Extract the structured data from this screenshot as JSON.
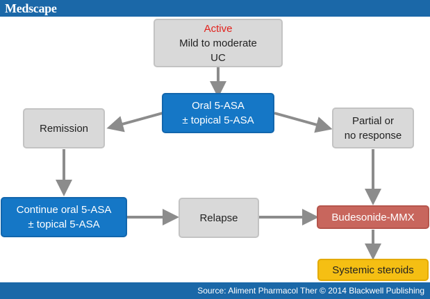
{
  "header": {
    "logo": "Medscape"
  },
  "footer": {
    "source": "Source: Aliment Pharmacol Ther © 2014 Blackwell Publishing"
  },
  "flowchart": {
    "start": {
      "line1": "Active",
      "line2": "Mild to moderate",
      "line3": "UC"
    },
    "oral": {
      "line1": "Oral 5-ASA",
      "line2": "± topical 5-ASA"
    },
    "remission": {
      "line1": "Remission"
    },
    "partial": {
      "line1": "Partial or",
      "line2": "no response"
    },
    "continue": {
      "line1": "Continue oral 5-ASA",
      "line2": "± topical 5-ASA"
    },
    "relapse": {
      "line1": "Relapse"
    },
    "budesonide": {
      "line1": "Budesonide-MMX"
    },
    "steroids": {
      "line1": "Systemic steroids"
    }
  },
  "colors": {
    "header": "#1b68a8",
    "gray_box": "#d9d9d9",
    "blue_box": "#1577c6",
    "red_box": "#c8665d",
    "yellow_box": "#f5bf13",
    "arrow": "#8c8c8c",
    "active_text": "#e2221c"
  }
}
